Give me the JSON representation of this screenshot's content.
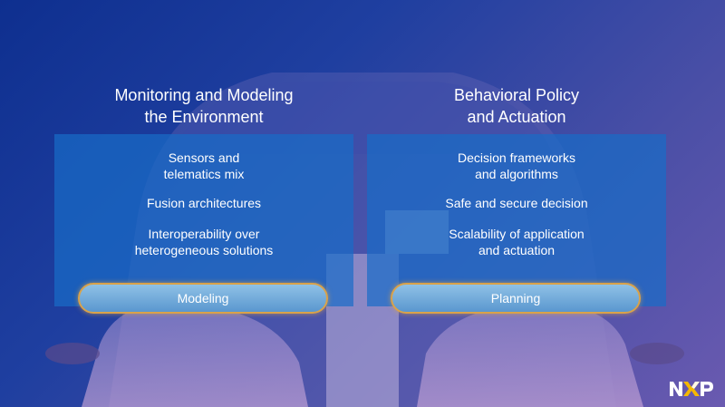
{
  "left": {
    "heading_line1": "Monitoring and Modeling",
    "heading_line2": "the Environment",
    "items": [
      {
        "line1": "Sensors and",
        "line2": "telematics mix"
      },
      {
        "line1": "Fusion architectures",
        "line2": ""
      },
      {
        "line1": "Interoperability over",
        "line2": "heterogeneous solutions"
      }
    ],
    "button_label": "Modeling"
  },
  "right": {
    "heading_line1": "Behavioral Policy",
    "heading_line2": "and Actuation",
    "items": [
      {
        "line1": "Decision frameworks",
        "line2": "and algorithms"
      },
      {
        "line1": "Safe and secure decision",
        "line2": ""
      },
      {
        "line1": "Scalability of application",
        "line2": "and actuation"
      }
    ],
    "button_label": "Planning"
  },
  "colors": {
    "panel": "#186cc8",
    "pill_border": "#d9a24a",
    "logo_accent": "#f5b800"
  }
}
